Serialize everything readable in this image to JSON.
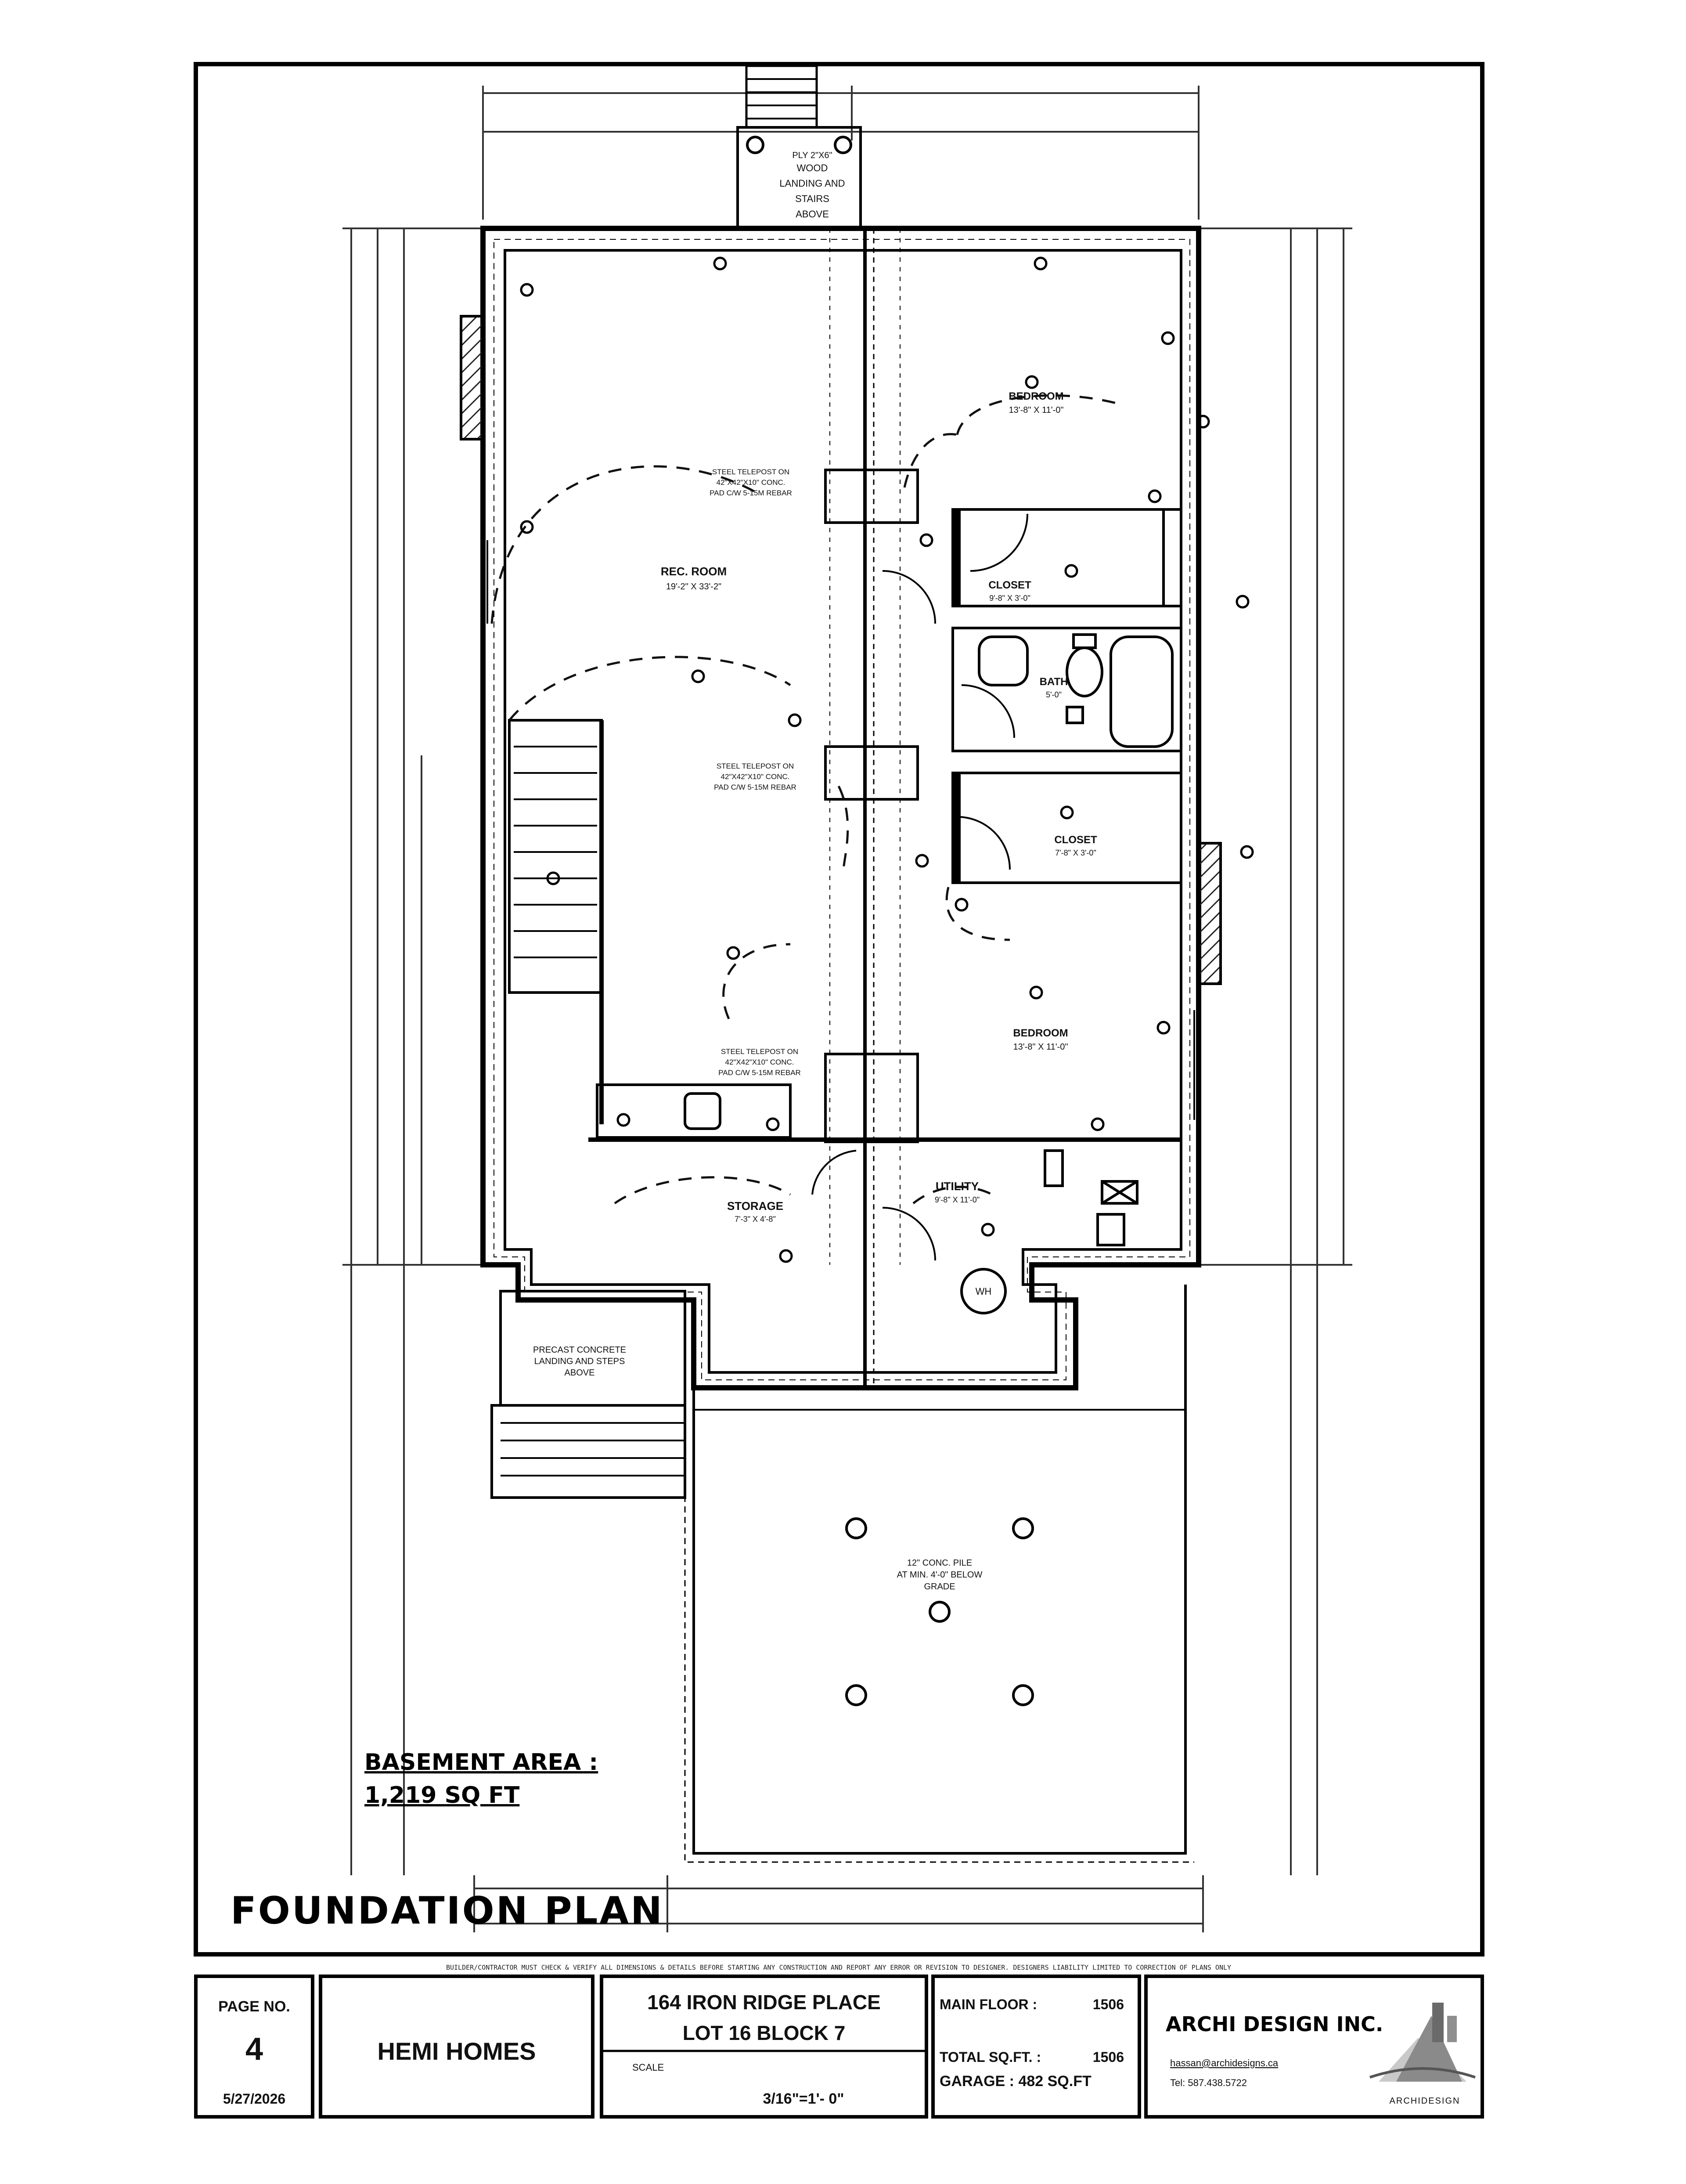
{
  "plan": {
    "title": "FOUNDATION PLAN",
    "area_label": "BASEMENT AREA :",
    "area_value": "1,219 SQ FT",
    "rooms": {
      "rec_room": "REC. ROOM",
      "rec_room_size": "19'-2\" X 33'-2\"",
      "bedroom_top": "BEDROOM",
      "bedroom_top_size": "13'-8\" X 11'-0\"",
      "closet_top": "CLOSET",
      "closet_top_size": "9'-8\" X 3'-0\"",
      "bath": "BATH",
      "bath_size": "5'-0\"",
      "closet_mid": "CLOSET",
      "closet_mid_size": "7'-8\" X 3'-0\"",
      "bedroom_bottom": "BEDROOM",
      "bedroom_bottom_size": "13'-8\" X 11'-0\"",
      "utility": "UTILITY",
      "utility_size": "9'-8\" X 11'-0\"",
      "storage": "STORAGE",
      "storage_size": "7'-3\" X 4'-8\"",
      "landing_top": [
        "PLY 2\"X6\"",
        "WOOD",
        "LANDING AND",
        "STAIRS",
        "ABOVE"
      ],
      "landing_side": [
        "PRECAST CONCRETE",
        "LANDING AND STEPS",
        "ABOVE"
      ],
      "garage_pile": [
        "12\" CONC. PILE",
        "AT MIN. 4'-0\" BELOW",
        "GRADE"
      ],
      "steel_post_1": [
        "STEEL TELEPOST ON",
        "42\"X42\"X10\" CONC.",
        "PAD C/W 5-15M REBAR"
      ],
      "steel_post_2": [
        "STEEL TELEPOST ON",
        "42\"X42\"X10\" CONC.",
        "PAD C/W 5-15M REBAR"
      ],
      "steel_post_3": [
        "STEEL TELEPOST ON",
        "42\"X42\"X10\" CONC.",
        "PAD C/W 5-15M REBAR"
      ],
      "wh": "WH"
    }
  },
  "title_block": {
    "page_label": "PAGE NO.",
    "page_number": "4",
    "date": "5/27/2026",
    "company": "HEMI  HOMES",
    "address": "164 IRON RIDGE PLACE",
    "lot": "LOT 16  BLOCK 7",
    "scale_label": "SCALE",
    "scale_value": "3/16\"=1'- 0\"",
    "main_floor_label": "MAIN FLOOR :",
    "main_floor_value": "1506",
    "total_label": "TOTAL SQ.FT. :",
    "total_value": "1506",
    "garage": "GARAGE : 482 SQ.FT",
    "designer": "ARCHI DESIGN INC.",
    "email": "hassan@archidesigns.ca",
    "phone": "Tel: 587.438.5722",
    "logo_caption": "ARCHIDESIGN"
  },
  "notice": "BUILDER/CONTRACTOR MUST CHECK & VERIFY ALL DIMENSIONS & DETAILS BEFORE STARTING ANY CONSTRUCTION AND REPORT ANY ERROR OR REVISION TO DESIGNER. DESIGNERS LIABILITY LIMITED TO CORRECTION OF PLANS ONLY"
}
